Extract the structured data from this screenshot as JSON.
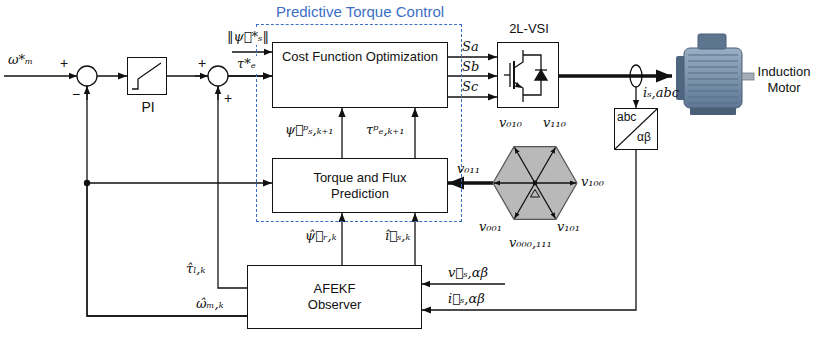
{
  "diagram": {
    "nodes": [
      {
        "text": [
          "PI"
        ]
      },
      {
        "text": [
          "Predictive Torque Control"
        ]
      },
      {
        "text": [
          "Cost Function Optimization"
        ],
        "in": 1
      },
      {
        "text": [
          "Torque and Flux Prediction"
        ],
        "in": 1
      },
      {
        "text": [
          "2L-VSI"
        ]
      },
      {
        "text": [
          "Induction Motor"
        ]
      },
      {
        "text": [
          "abc",
          "αβ"
        ]
      },
      {
        "text": [
          "v₀₁₀",
          "v₁₁₀",
          "v₀₁₁",
          "v₁₀₀",
          "v₀₀₁",
          "v₀₀₀,₁₁₁",
          "v₁₀₁"
        ]
      },
      {
        "text": [
          "AFEKF Observer"
        ]
      }
    ],
    "edges": [
      {
        "from": 0,
        "to": 2,
        "arrow": "to"
      },
      {
        "from": 8,
        "to": 2,
        "arrow": "to"
      },
      {
        "from": 8,
        "to": 0,
        "arrow": "to"
      },
      {
        "from": 8,
        "to": 3,
        "arrow": "to"
      },
      {
        "from": 8,
        "to": 3,
        "arrow": "to"
      },
      {
        "from": 8,
        "to": 3,
        "arrow": "to"
      },
      {
        "from": 3,
        "to": 2,
        "arrow": "to"
      },
      {
        "from": 3,
        "to": 2,
        "arrow": "to"
      },
      {
        "from": 2,
        "to": 4,
        "arrow": "to"
      },
      {
        "from": 2,
        "to": 4,
        "arrow": "to"
      },
      {
        "from": 2,
        "to": 4,
        "arrow": "to"
      },
      {
        "from": 4,
        "to": 5,
        "arrow": "to"
      },
      {
        "from": 7,
        "to": 3,
        "arrow": "to"
      },
      {
        "from": 6,
        "to": 8,
        "arrow": "to"
      }
    ],
    "labels": [
      "ω*ₘ",
      "+",
      "−",
      "+",
      "+",
      "‖ψ⃗*ₛ‖",
      "τ*ₑ",
      "Sa",
      "Sb",
      "Sc",
      "ψ⃗ᵖₛ,ₖ₊₁",
      "τᵖₑ,ₖ₊₁",
      "ψ̂⃗ᵣ,ₖ",
      "î⃗ₛ,ₖ",
      "τ̂ₗ,ₖ",
      "ω̂ₘ,ₖ",
      "v⃗ₛ,αβ",
      "i⃗ₛ,αβ",
      "iₛ,abc"
    ]
  }
}
